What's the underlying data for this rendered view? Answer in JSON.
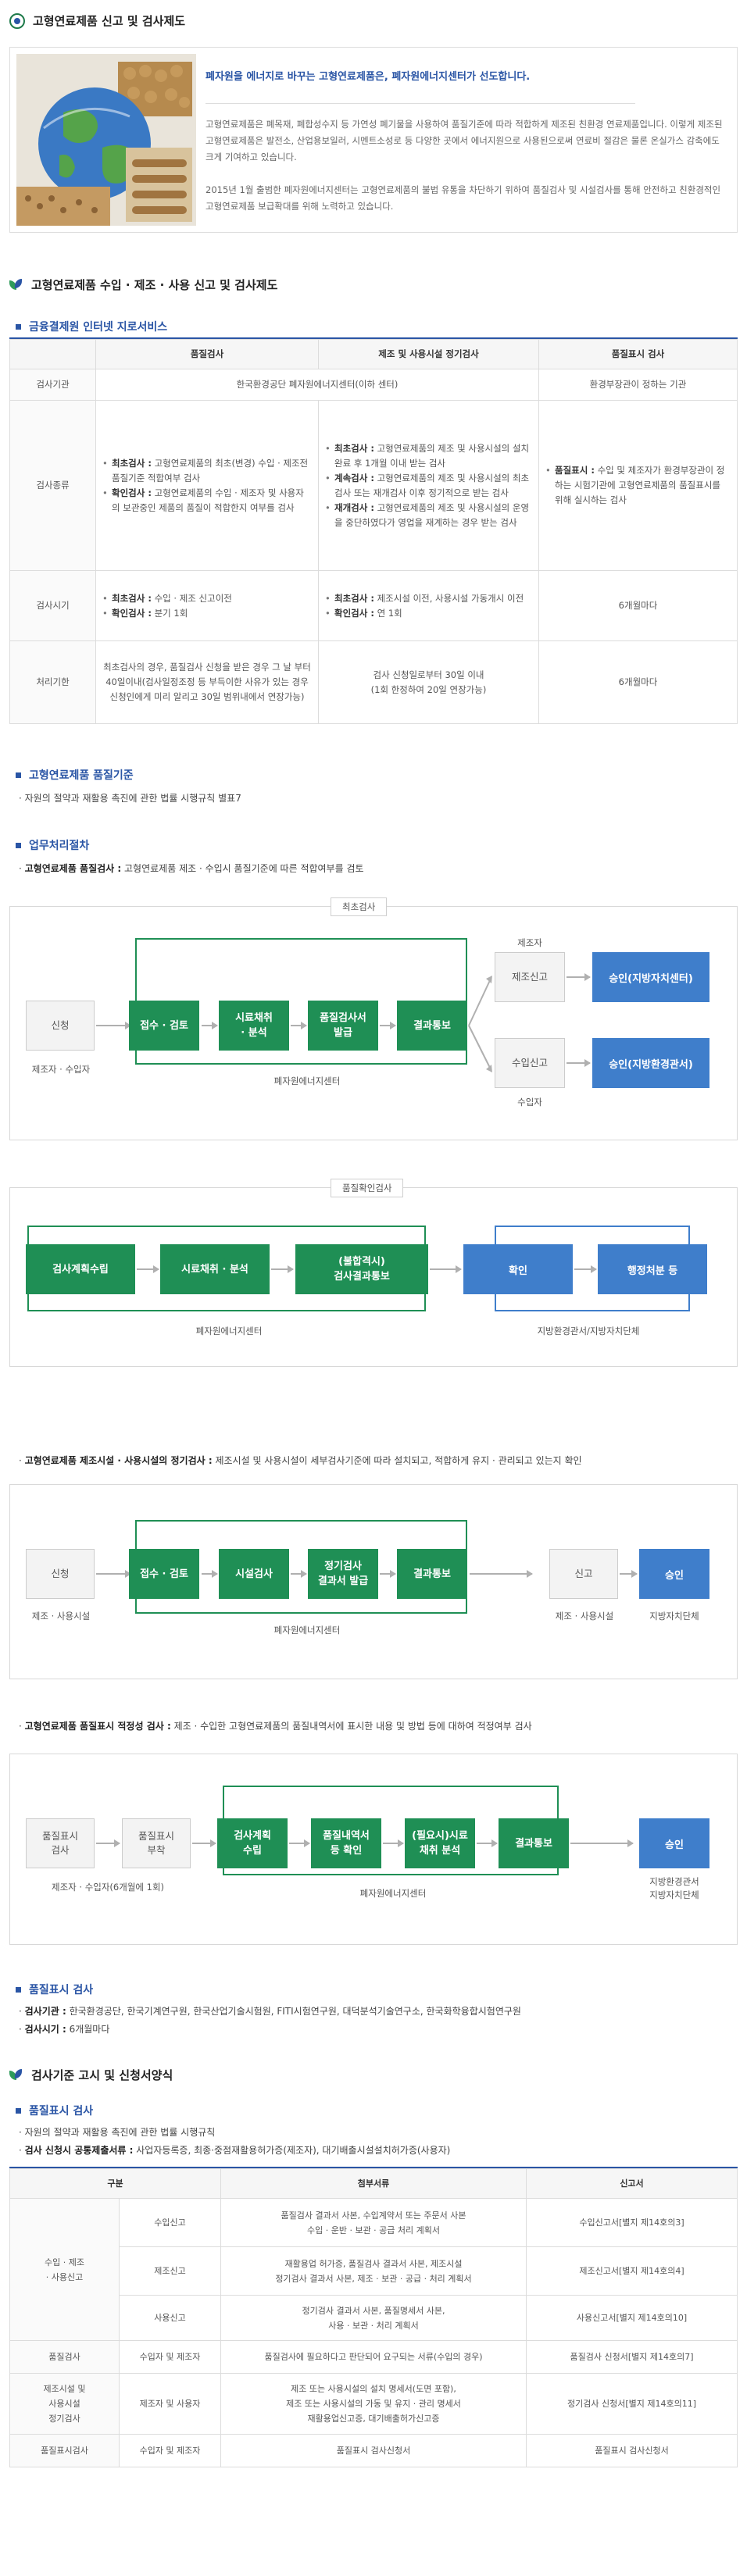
{
  "s1": {
    "title": "고형연료제품 신고 및 검사제도",
    "headline": "폐자원을 에너지로 바꾸는 고형연료제품은, 폐자원에너지센터가 선도합니다.",
    "p1": "고형연료제품은 폐목재, 폐합성수지 등 가연성 폐기물을 사용하여 품질기준에 따라 적합하게 제조된 친환경 연료제품입니다. 이렇게 제조된 고형연료제품은 발전소, 산업용보일러, 시멘트소성로 등 다양한 곳에서 에너지원으로 사용된으로써 연료비 절감은 물론 온실가스 감축에도 크게 기여하고 있습니다.",
    "p2": "2015년 1월 출범한 폐자원에너지센터는 고형연료제품의 불법 유통을 차단하기 위하여 품질검사 및 시설검사를 통해 안전하고 친환경적인 고형연료제품 보급확대를 위해 노력하고 있습니다."
  },
  "s2": {
    "title": "고형연료제품 수입 · 제조 · 사용 신고 및 검사제도",
    "sub1": "금융결제원 인터넷 지로서비스",
    "table": {
      "headers": [
        "",
        "품질검사",
        "제조 및 사용시설 정기검사",
        "품질표시 검사"
      ],
      "row1": {
        "label": "검사기관",
        "merged": "한국환경공단 폐자원에너지센터(이하 센터)",
        "c3": "환경부장관이 정하는 기관"
      },
      "row2": {
        "label": "검사종류",
        "c1": [
          {
            "b": "최초검사 :",
            "t": " 고형연료제품의 최초(변경) 수입 · 제조전 품질기준 적합여부 검사"
          },
          {
            "b": "확인검사 :",
            "t": " 고형연료제품의 수입 · 제조자 및 사용자의 보관중인 제품의 품질이 적합한지 여부를 검사"
          }
        ],
        "c2": [
          {
            "b": "최초검사 :",
            "t": " 고형연료제품의 제조 및 사용시설의 설치완료 후 1개월 이내 받는 검사"
          },
          {
            "b": "계속검사 :",
            "t": " 고형연료제품의 제조 및 사용시설의 최초검사 또는 재개검사 이후 정기적으로 받는 검사"
          },
          {
            "b": "재개검사 :",
            "t": " 고형연료제품의 제조 및 사용시설의 운영을 중단하였다가 영업을 재계하는 경우 받는 검사"
          }
        ],
        "c3": [
          {
            "b": "품질표시 :",
            "t": " 수입 및 제조자가 환경부장관이 정하는 시험기관에 고형연료제품의 품질표시를 위해 실시하는 검사"
          }
        ]
      },
      "row3": {
        "label": "검사시기",
        "c1": [
          {
            "b": "최초검사 :",
            "t": " 수입 · 제조 신고이전"
          },
          {
            "b": "확인검사 :",
            "t": " 분기 1회"
          }
        ],
        "c2": [
          {
            "b": "최초검사 :",
            "t": " 제조시설 이전, 사용시설 가동개시 이전"
          },
          {
            "b": "확인검사 :",
            "t": " 연 1회"
          }
        ],
        "c3": "6개월마다"
      },
      "row4": {
        "label": "처리기한",
        "c1": "최초검사의 경우, 품질검사 신청을 받은 경우 그 날 부터 40일이내(검사일정조정 등 부득이한 사유가 있는 경우 신청인에게 미리 알리고 30일 범위내에서 연장가능)",
        "c2": "검사 신청일로부터 30일 이내\n(1회 한정하여 20일 연장가능)",
        "c3": "6개월마다"
      }
    },
    "sub2": "고형연료제품 품질기준",
    "sub2_item": "자원의 절약과 재활용 촉진에 관한 법률 시행규칙 별표7",
    "sub3": "업무처리절차",
    "b1_title": "고형연료제품 품질검사 :",
    "b1_text": " 고형연료제품 제조 · 수입시 품질기준에 따른 적합여부를 검토",
    "f1": {
      "tag": "최초검사",
      "apply": "신청",
      "apply_cap": "제조자 · 수입자",
      "steps": [
        "접수 · 검토",
        "시료채취\n· 분석",
        "품질검사서\n발급",
        "결과통보"
      ],
      "center": "폐자원에너지센터",
      "maker": "제조자",
      "mreport": "제조신고",
      "mapprove": "승인(지방자치센터)",
      "importer": "수입자",
      "ireport": "수입신고",
      "iapprove": "승인(지방환경관서)"
    },
    "f2": {
      "tag": "품질확인검사",
      "steps": [
        "검사계획수립",
        "시료채취 · 분석",
        "(불합격시)\n검사결과통보"
      ],
      "blue": [
        "확인",
        "행정처분 등"
      ],
      "cap1": "폐자원에너지센터",
      "cap2": "지방환경관서/지방자치단체"
    },
    "b2_title": "고형연료제품 제조시설 · 사용시설의 정기검사 :",
    "b2_text": " 제조시설 및 사용시설이 세부검사기준에 따라 설치되고, 적합하게 유지 · 관리되고 있는지 확인",
    "f3": {
      "apply": "신청",
      "apply_cap": "제조 · 사용시설",
      "steps": [
        "접수 · 검토",
        "시설검사",
        "정기검사\n결과서 발급",
        "결과통보"
      ],
      "center": "폐자원에너지센터",
      "report": "신고",
      "report_cap": "제조 · 사용시설",
      "approve": "승인",
      "approve_cap": "지방자치단체"
    },
    "b3_title": "고형연료제품 품질표시 적정성 검사 :",
    "b3_text": " 제조 · 수입한 고형연료제품의 품질내역서에 표시한 내용 및 방법 등에 대하여 적정여부 검사",
    "f4": {
      "w1": "품질표시\n검사",
      "w2": "품질표시\n부착",
      "cap_left": "제조자 · 수입자(6개월에 1회)",
      "steps": [
        "검사계획\n수립",
        "품질내역서\n등 확인",
        "(필요시)시료\n채취 분석",
        "결과통보"
      ],
      "center": "폐자원에너지센터",
      "approve": "승인",
      "approve_cap": "지방환경관서\n지방자치단체"
    },
    "sub4": "품질표시 검사",
    "q1_b": "검사기관 :",
    "q1_t": " 한국환경공단, 한국기계연구원, 한국산업기술시험원, FITI시험연구원, 대덕분석기술연구소, 한국화학융합시험연구원",
    "q2_b": "검사시기 :",
    "q2_t": " 6개월마다"
  },
  "s3": {
    "title": "검사기준 고시 및 신청서양식",
    "sub": "품질표시 검사",
    "i1": "자원의 절약과 재활용 촉진에 관한 법률 시행규칙",
    "i2_b": "검사 신청시 공통제출서류 :",
    "i2_t": " 사업자등록증, 최종·중점재활용허가증(제조자), 대기배출시설설치허가증(사용자)",
    "table": {
      "headers": [
        "구분",
        "첨부서류",
        "신고서"
      ],
      "group": "수입 · 제조\n· 사용신고",
      "rows": [
        {
          "sub": "수입신고",
          "doc": "품질검사 결과서 사본, 수입계약서 또는 주문서 사본\n수입 · 운반 · 보관 · 공급 처리 계획서",
          "form": "수입신고서[별지 제14호의3]"
        },
        {
          "sub": "제조신고",
          "doc": "재활용업 허가증, 품질검사 결과서 사본, 제조시설\n정기검사 결과서 사본, 제조 · 보관 · 공급 · 처리 계획서",
          "form": "제조신고서[별지 제14호의4]"
        },
        {
          "sub": "사용신고",
          "doc": "정기검사 결과서 사본, 품질명세서 사본,\n사용 · 보관 · 처리 계획서",
          "form": "사용신고서[별지 제14호의10]"
        },
        {
          "label": "품질검사",
          "sub": "수입자 및 제조자",
          "doc": "품질검사에 필요하다고 판단되어 요구되는 서류(수입의 경우)",
          "form": "품질검사 신청서[별지 제14호의7]"
        },
        {
          "label": "제조시설 및\n사용시설\n정기검사",
          "sub": "제조자 및 사용자",
          "doc": "제조 또는 사용시설의 설치 명세서(도면 포함),\n제조 또는 사용시설의 가동 및 유지 · 관리 명세서\n재활용업신고증, 대기배출허가신고증",
          "form": "정기검사 신청서[별지 제14호의11]"
        },
        {
          "label": "품질표시검사",
          "sub": "수입자 및 제조자",
          "doc": "품질표시 검사신청서",
          "form": "품질표시 검사신청서"
        }
      ]
    }
  }
}
